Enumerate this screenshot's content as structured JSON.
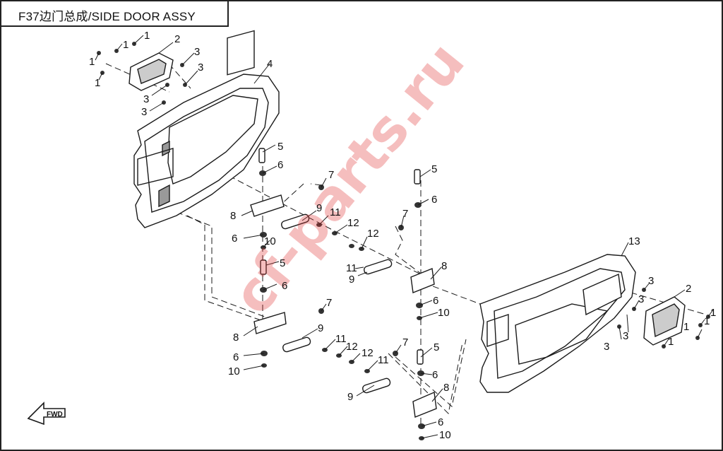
{
  "title": "F37边门总成/SIDE DOOR ASSY",
  "watermark": "cf-parts.ru",
  "fwd_label": "FWD",
  "callouts": [
    "1",
    "2",
    "3",
    "4",
    "5",
    "6",
    "7",
    "8",
    "9",
    "10",
    "11",
    "12",
    "13"
  ],
  "colors": {
    "line": "#1a1a1a",
    "fill": "#ffffff",
    "shade": "#bdbdbd",
    "watermark": "#e23a3a"
  }
}
